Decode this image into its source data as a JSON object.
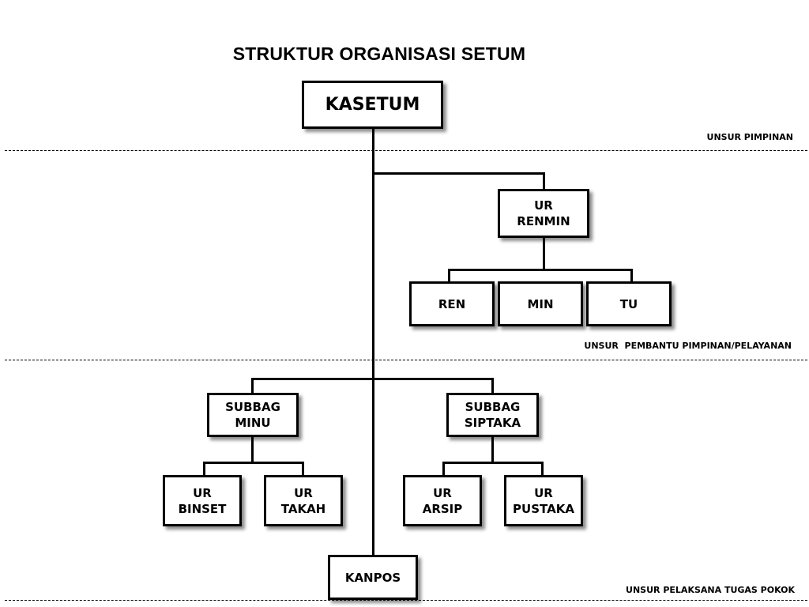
{
  "title": "STRUKTUR ORGANISASI SETUM",
  "nodes": {
    "kasetum": "KASETUM",
    "ur_renmin": "UR\nRENMIN",
    "ren": "REN",
    "min": "MIN",
    "tu": "TU",
    "subbag_minu": "SUBBAG\nMINU",
    "subbag_siptaka": "SUBBAG\nSIPTAKA",
    "ur_binset": "UR\nBINSET",
    "ur_takah": "UR\nTAKAH",
    "ur_arsip": "UR\nARSIP",
    "ur_pustaka": "UR\nPUSTAKA",
    "kanpos": "KANPOS"
  },
  "levels": {
    "pimpinan": "UNSUR PIMPINAN",
    "pembantu": "UNSUR  PEMBANTU PIMPINAN/PELAYANAN",
    "pelaksana": "UNSUR PELAKSANA TUGAS POKOK"
  }
}
